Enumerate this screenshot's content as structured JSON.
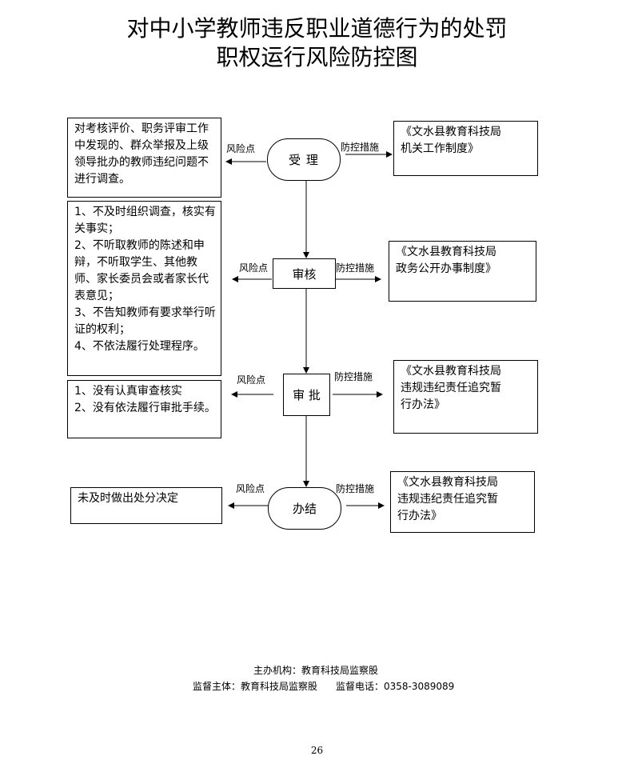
{
  "title": {
    "line1": "对中小学教师违反职业道德行为的处罚",
    "line2": "职权运行风险防控图"
  },
  "labels": {
    "risk": "风险点",
    "control": "防控措施"
  },
  "steps": [
    {
      "node": "受  理",
      "risk_text": "对考核评价、职务评审工作中发现的、群众举报及上级领导批办的教师违纪问题不进行调查。",
      "control_text": "《文水县教育科技局\n机关工作制度》"
    },
    {
      "node": "审核",
      "risk_text": "1、不及时组织调查，核实有关事实；\n2、不听取教师的陈述和申辩，不听取学生、其他教师、家长委员会或者家长代表意见；\n3、不告知教师有要求举行听证的权利；\n4、不依法履行处理程序。",
      "control_text": "《文水县教育科技局\n政务公开办事制度》"
    },
    {
      "node": "审 批",
      "risk_text": "1、没有认真审查核实\n2、没有依法履行审批手续。",
      "control_text": "《文水县教育科技局\n违规违纪责任追究暂\n行办法》"
    },
    {
      "node": "办结",
      "risk_text": "未及时做出处分决定",
      "control_text": "《文水县教育科技局\n违规违纪责任追究暂\n行办法》"
    }
  ],
  "footer": {
    "organizer": "主办机构：教育科技局监察股",
    "supervisor": "监督主体：教育科技局监察股",
    "phone": "监督电话：0358-3089089"
  },
  "page_number": "26"
}
